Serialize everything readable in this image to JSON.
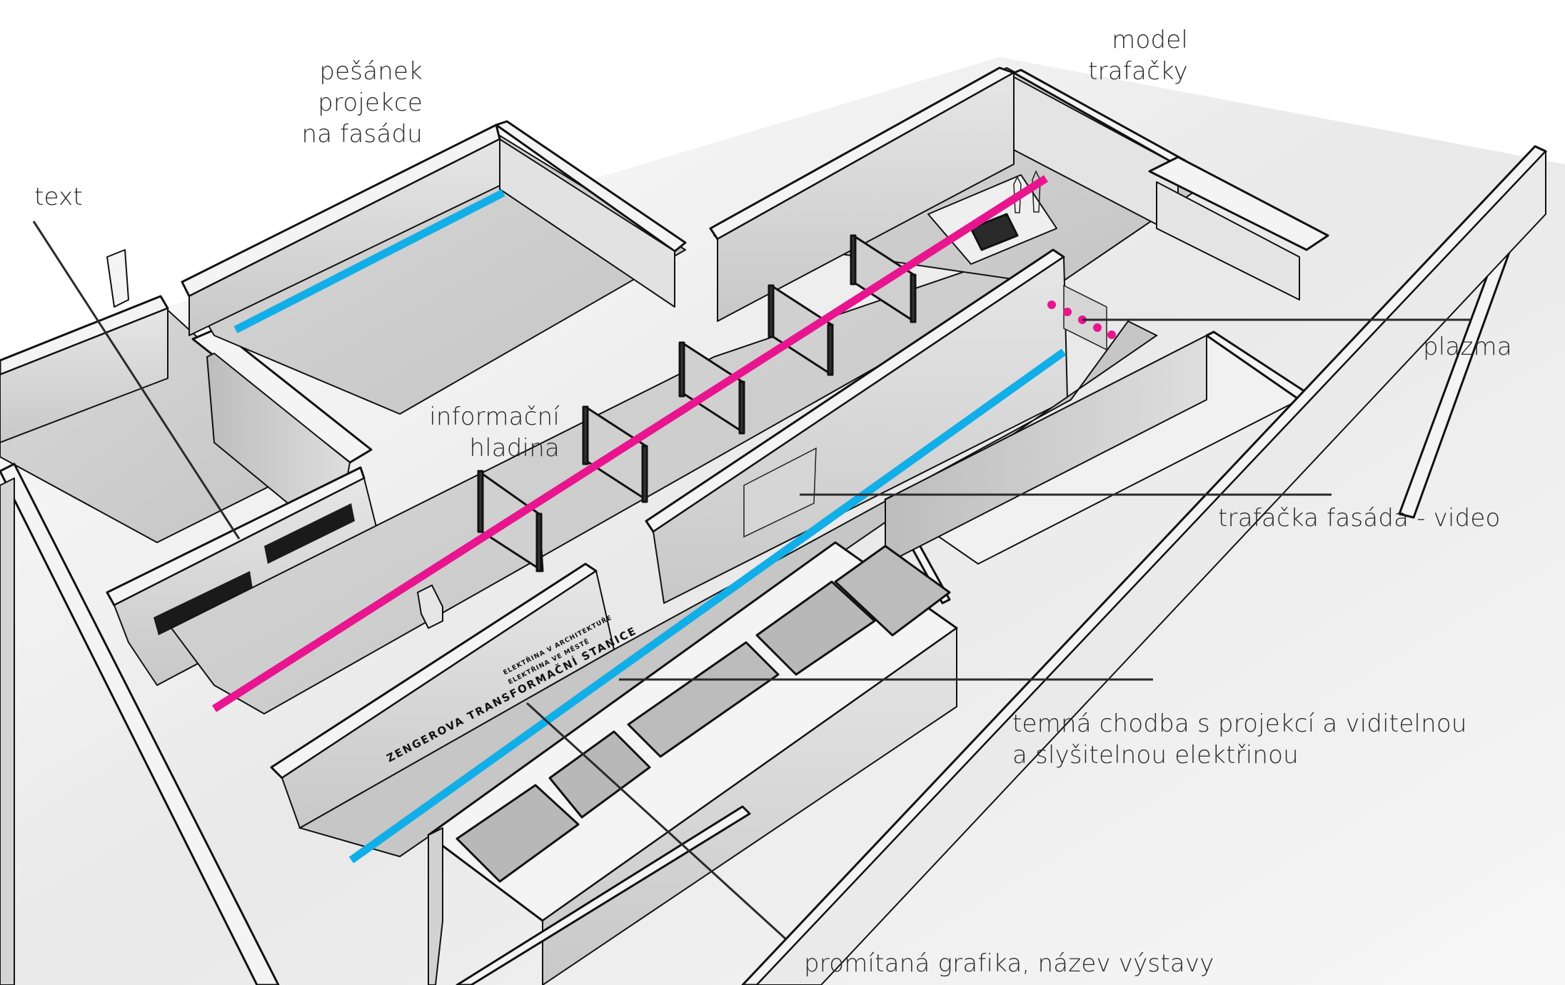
{
  "labels": {
    "pesanek": {
      "lines": [
        "pešánek",
        "projekce",
        "na fasádu"
      ]
    },
    "model": {
      "lines": [
        "model",
        "trafačky"
      ]
    },
    "text": {
      "lines": [
        "text"
      ]
    },
    "informacni": {
      "lines": [
        "informační",
        "hladina"
      ]
    },
    "plazma": {
      "lines": [
        "plazma"
      ]
    },
    "fasada_video": {
      "lines": [
        "trafačka fasáda - video"
      ]
    },
    "temna_chodba": {
      "lines": [
        "temná chodba s projekcí a viditelnou",
        "a slyšitelnou elektřinou"
      ]
    },
    "promitana": {
      "lines": [
        "promítaná grafika, název výstavy"
      ]
    }
  },
  "wall_graphic": {
    "title": "ZENGEROVA TRANSFORMAČNÍ STANICE",
    "subtitle_1": "ELEKTŘINA V ARCHITEKTUŘE",
    "subtitle_2": "ELEKTŘINA VE MĚSTĚ"
  },
  "colors": {
    "magenta_route": "#e8158f",
    "blue_projection": "#12aee8",
    "leader_line": "#2b2b2b",
    "wall_top": "#f4f4f4",
    "floor": "#cfcfcf",
    "wall_face": "#dcdcdc",
    "outline": "#111111"
  }
}
